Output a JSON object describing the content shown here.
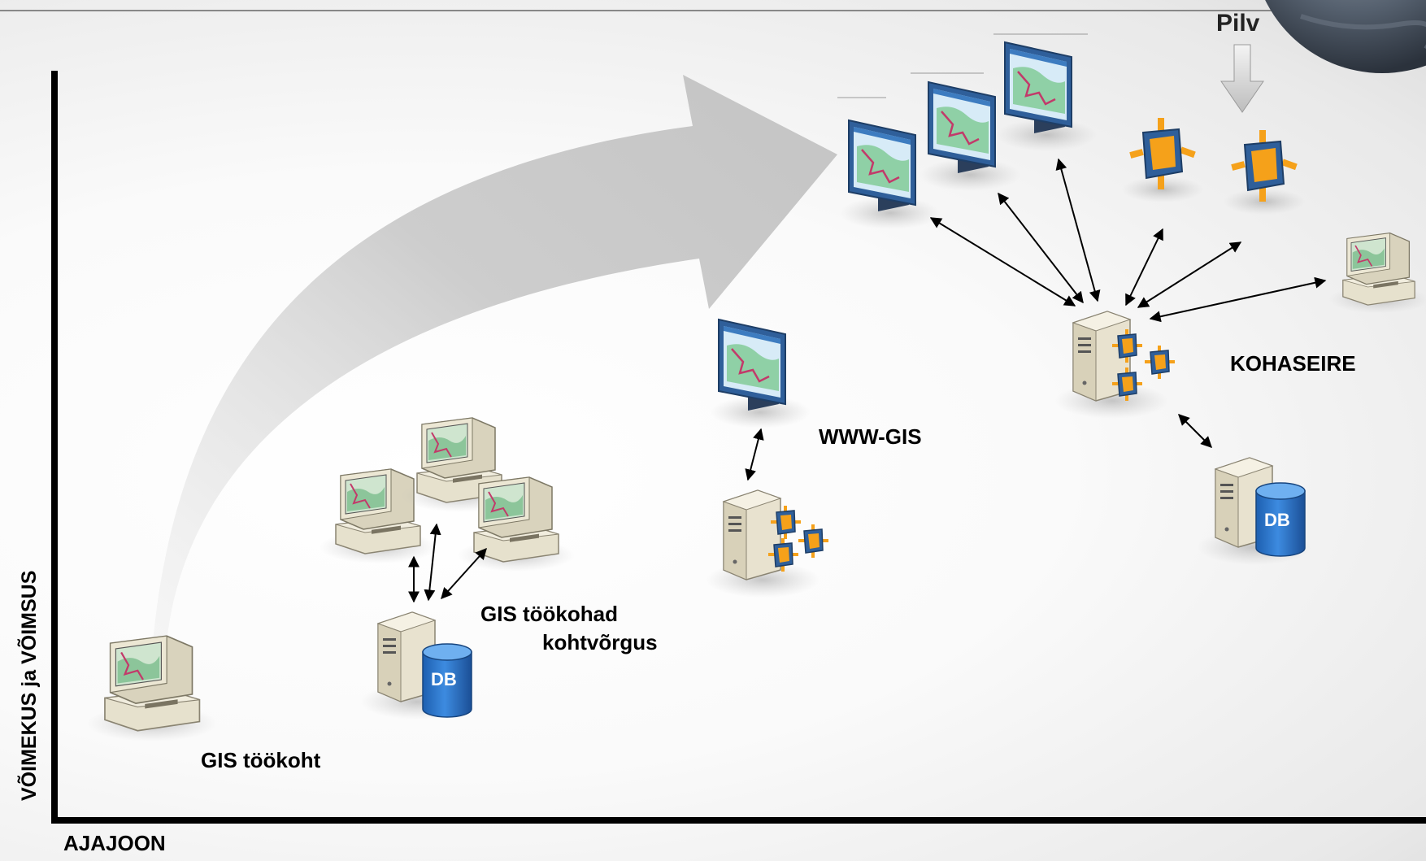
{
  "diagram": {
    "y_axis_label": "VÕIMEKUS ja VÕIMSUS",
    "x_axis_label": "AJAJOON",
    "stages": [
      {
        "id": "gis-workstation",
        "label": "GIS töökoht"
      },
      {
        "id": "gis-lan",
        "label_line1": "GIS töökohad",
        "label_line2": "kohtvõrgus",
        "db_label": "DB"
      },
      {
        "id": "www-gis",
        "label": "WWW-GIS"
      },
      {
        "id": "location-monitoring",
        "label": "KOHASEIRE",
        "db_label": "DB"
      },
      {
        "id": "cloud",
        "label": "Pilv"
      }
    ]
  },
  "colors": {
    "axis": "#000000",
    "big_arrow": "#c9c9c9",
    "monitor_frame": "#2f5f9a",
    "service_orange": "#f5a11a",
    "service_blue": "#2f5f9a",
    "db_blue": "#2a72c9",
    "server_beige": "#e8e2cf"
  }
}
